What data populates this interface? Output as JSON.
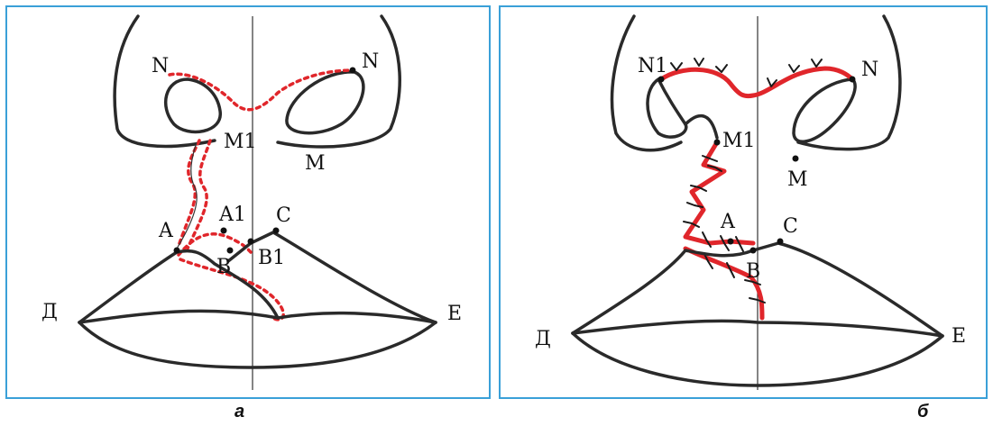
{
  "panels": [
    {
      "id": "a",
      "caption": "a",
      "points": {
        "N_left": "N",
        "N_right": "N",
        "M1": "M1",
        "M": "M",
        "A": "A",
        "A1": "A1",
        "B": "B",
        "B1": "B1",
        "C": "C",
        "D": "Д",
        "E": "E"
      }
    },
    {
      "id": "b",
      "caption": "б",
      "points": {
        "N1": "N1",
        "N": "N",
        "M1": "M1",
        "M": "M",
        "A": "A",
        "B": "B",
        "C": "C",
        "D": "Д",
        "E": "E"
      }
    }
  ],
  "colors": {
    "border": "#3aa0d8",
    "ink": "#2a2a2a",
    "incision": "#e0262b"
  }
}
